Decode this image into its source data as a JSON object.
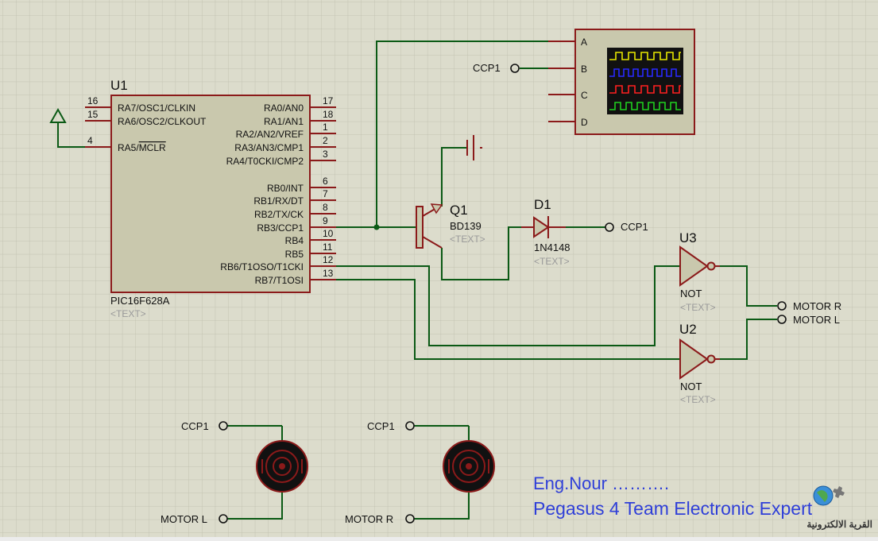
{
  "mcu": {
    "ref": "U1",
    "part": "PIC16F628A",
    "text": "<TEXT>",
    "pins_left": [
      {
        "num": "16",
        "name": "RA7/OSC1/CLKIN"
      },
      {
        "num": "15",
        "name": "RA6/OSC2/CLKOUT"
      },
      {
        "num": "4",
        "name": "RA5/MCLR"
      }
    ],
    "pins_right": [
      {
        "num": "17",
        "name": "RA0/AN0"
      },
      {
        "num": "18",
        "name": "RA1/AN1"
      },
      {
        "num": "1",
        "name": "RA2/AN2/VREF"
      },
      {
        "num": "2",
        "name": "RA3/AN3/CMP1"
      },
      {
        "num": "3",
        "name": "RA4/T0CKI/CMP2"
      },
      {
        "num": "6",
        "name": "RB0/INT"
      },
      {
        "num": "7",
        "name": "RB1/RX/DT"
      },
      {
        "num": "8",
        "name": "RB2/TX/CK"
      },
      {
        "num": "9",
        "name": "RB3/CCP1"
      },
      {
        "num": "10",
        "name": "RB4"
      },
      {
        "num": "11",
        "name": "RB5"
      },
      {
        "num": "12",
        "name": "RB6/T1OSO/T1CKI"
      },
      {
        "num": "13",
        "name": "RB7/T1OSI"
      }
    ]
  },
  "scope": {
    "channels": [
      "A",
      "B",
      "C",
      "D"
    ],
    "trace_colors": [
      "#e8e800",
      "#2a2aff",
      "#ff2020",
      "#20d020"
    ]
  },
  "transistor": {
    "ref": "Q1",
    "part": "BD139",
    "text": "<TEXT>"
  },
  "diode": {
    "ref": "D1",
    "part": "1N4148",
    "text": "<TEXT>"
  },
  "inverter_top": {
    "ref": "U3",
    "part": "NOT",
    "text": "<TEXT>"
  },
  "inverter_bottom": {
    "ref": "U2",
    "part": "NOT",
    "text": "<TEXT>"
  },
  "terminals": {
    "scope_b": "CCP1",
    "diode_out": "CCP1",
    "motor_r": "MOTOR R",
    "motor_l": "MOTOR L",
    "motor1_top": "CCP1",
    "motor1_bottom": "MOTOR L",
    "motor2_top": "CCP1",
    "motor2_bottom": "MOTOR R"
  },
  "credits": {
    "line1": "Eng.Nour ……….",
    "line2": "Pegasus 4 Team Electronic Expert",
    "logo_text": "القرية الالكترونية"
  },
  "colors": {
    "wire": "#0b5a15",
    "component": "#8b1a1a",
    "body": "#c9c8ad",
    "credit": "#2f3fd8"
  }
}
